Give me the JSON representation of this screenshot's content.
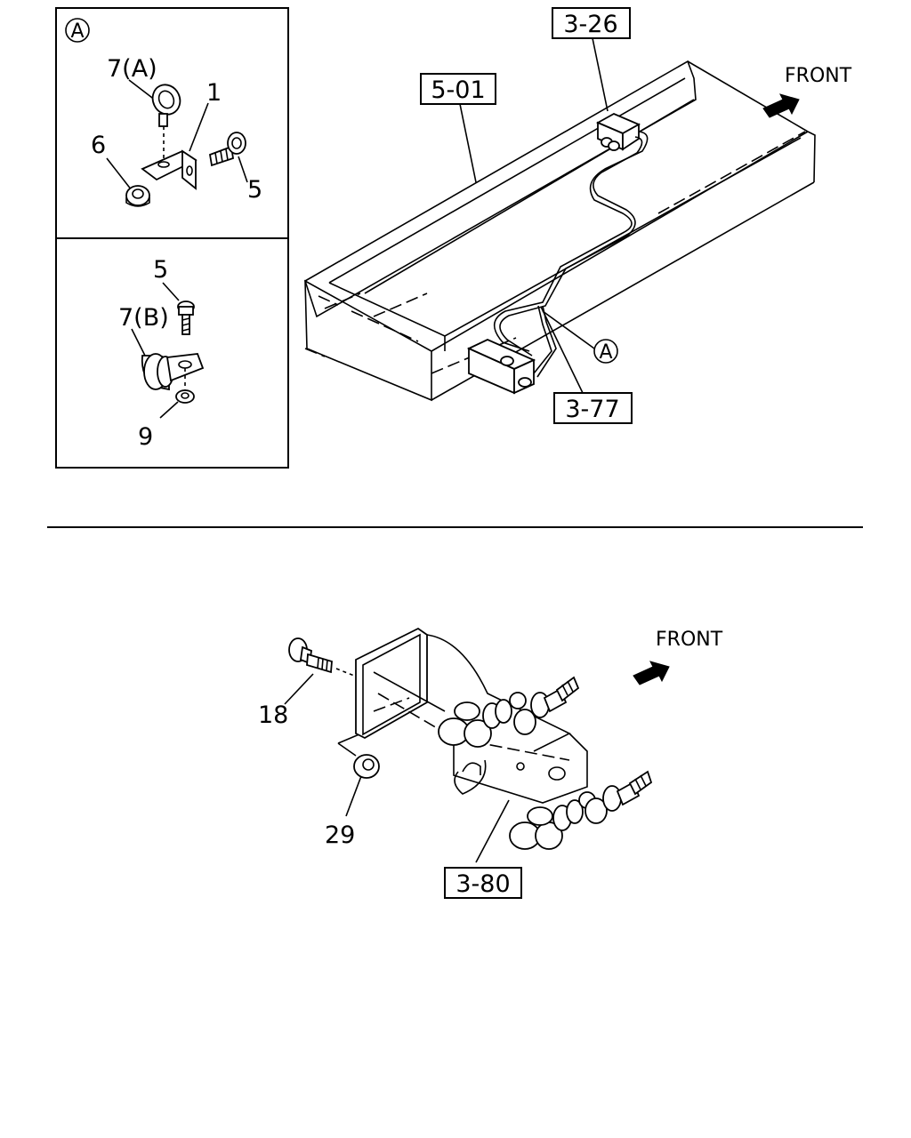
{
  "detail_inset": {
    "view_marker": "A",
    "callouts": {
      "clip_a": "7(A)",
      "bracket": "1",
      "nut_top": "6",
      "bolt_top": "5",
      "bolt_bottom": "5",
      "clip_b": "7(B)",
      "washer": "9"
    }
  },
  "upper_assembly": {
    "ref_frame": "5-01",
    "ref_valve": "3-26",
    "ref_pipe": "3-77",
    "view_marker": "A",
    "direction": "FRONT"
  },
  "lower_assembly": {
    "bolt": "18",
    "nut": "29",
    "ref_block": "3-80",
    "direction": "FRONT"
  }
}
